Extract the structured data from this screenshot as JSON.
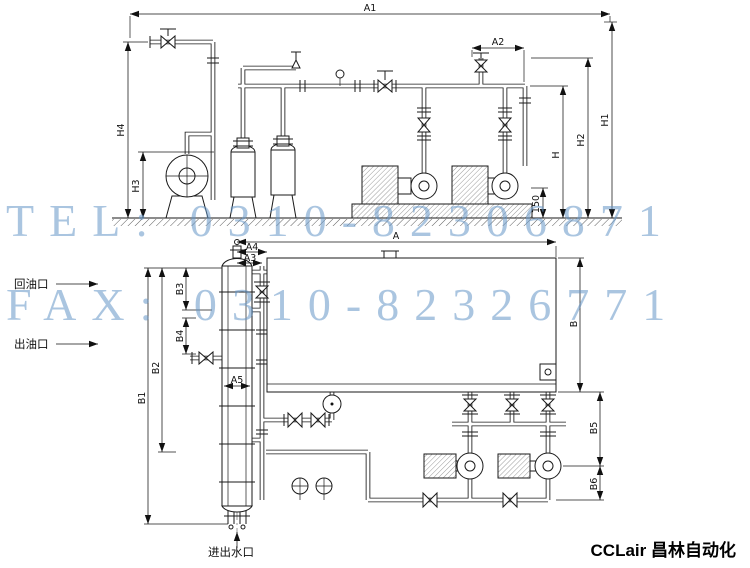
{
  "watermark": {
    "tel": "TEL: 0310-82306871",
    "fax": "FAX: 0310-82326771",
    "color": "#6496c6"
  },
  "branding": {
    "text": "CCLair 昌林自动化"
  },
  "top_view": {
    "dims": {
      "a1": "A1",
      "a2": "A2",
      "h1": "H1",
      "h2": "H2",
      "h": "H",
      "h3": "H3",
      "h4": "H4",
      "base_height": "150"
    }
  },
  "bottom_view": {
    "dims": {
      "a": "A",
      "a3": "A3",
      "a4": "A4",
      "a5": "A5",
      "b": "B",
      "b1": "B1",
      "b2": "B2",
      "b3": "B3",
      "b4": "B4",
      "b5": "B5",
      "b6": "B6"
    },
    "ports": {
      "oil_return": "回油口",
      "oil_outlet": "出油口",
      "water": "进出水口"
    }
  }
}
